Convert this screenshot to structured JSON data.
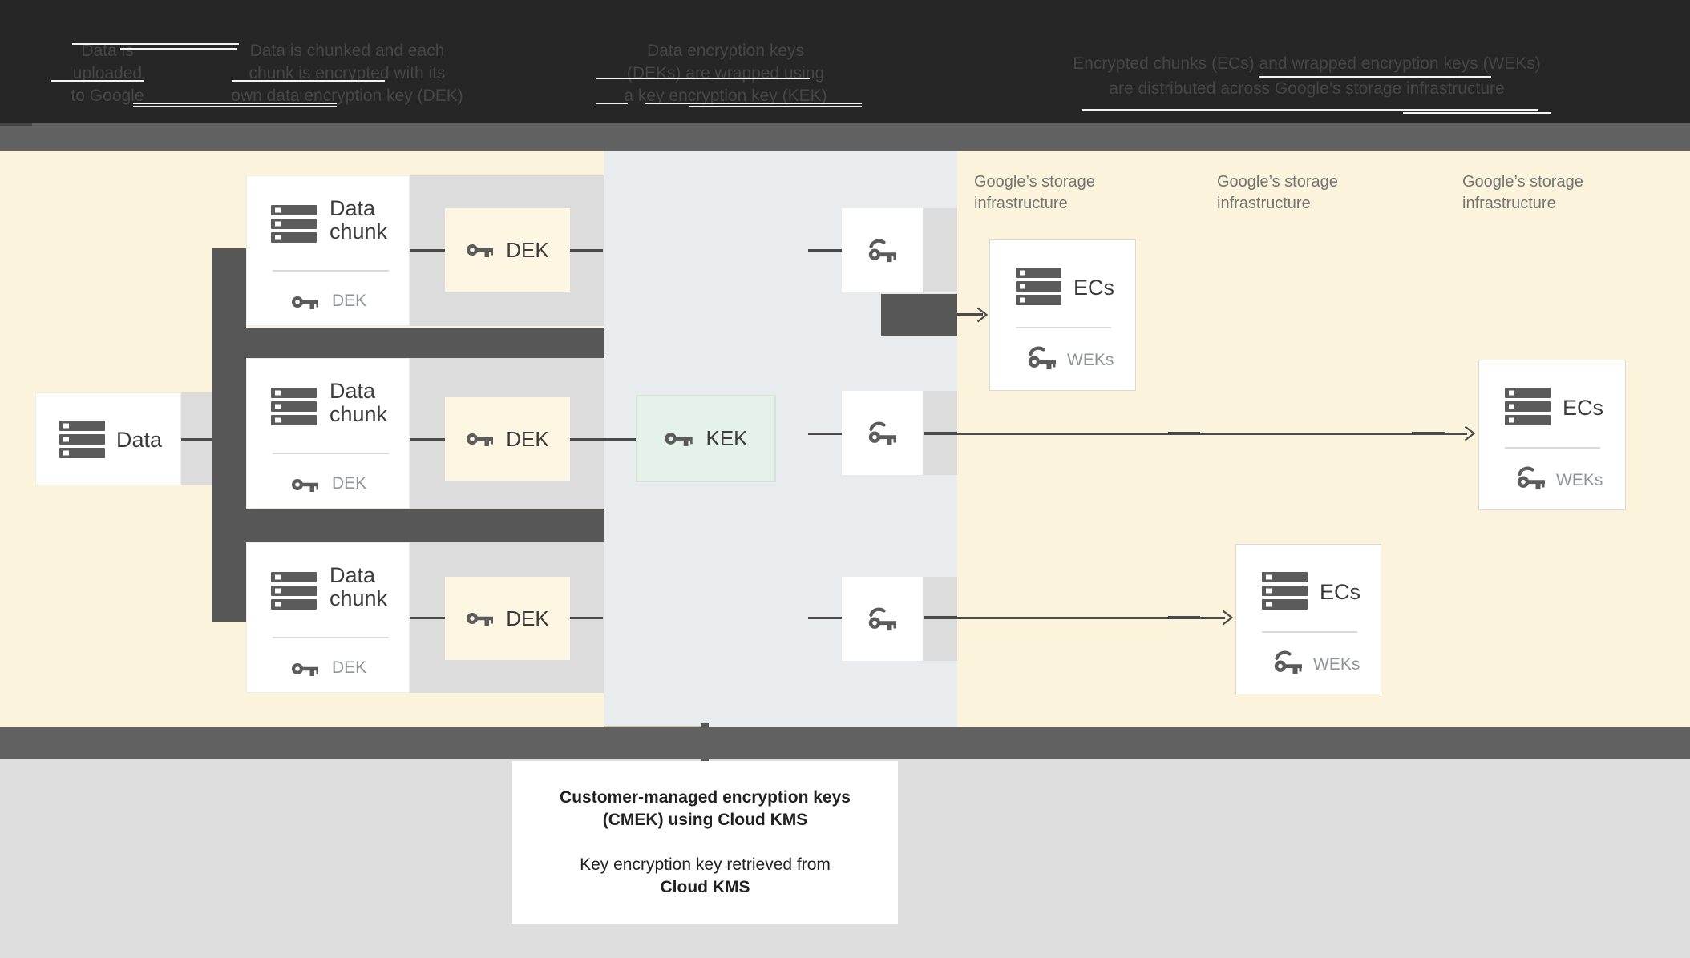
{
  "header": {
    "steps": [
      {
        "lines": [
          "Data is",
          "uploaded",
          "to Google"
        ]
      },
      {
        "lines": [
          "Data is chunked and each",
          "chunk is encrypted with its",
          "own data encryption key (DEK)"
        ]
      },
      {
        "lines": [
          "Data encryption keys",
          "(DEKs) are wrapped using",
          "a key encryption key (KEK)"
        ]
      },
      {
        "lines": [
          "Encrypted chunks (ECs) and wrapped encryption keys (WEKs)",
          "are distributed across Google’s storage infrastructure"
        ]
      }
    ]
  },
  "diagram": {
    "data_label": "Data",
    "chunk": {
      "line1": "Data",
      "line2": "chunk",
      "key_label": "DEK"
    },
    "dek_label": "DEK",
    "kek_label": "KEK",
    "ecs": {
      "label": "ECs",
      "key_label": "WEKs"
    },
    "storage_label": {
      "line1": "Google’s storage",
      "line2": "infrastructure"
    }
  },
  "caption": {
    "para1_line1": "Customer-managed encryption keys",
    "para1_line2": "(CMEK) using Cloud KMS",
    "para2_line1": "Key encryption key retrieved from",
    "para2_line2": "Cloud KMS"
  },
  "colors": {
    "header_bg": "#262626",
    "header_text": "#464646",
    "band": "#616161",
    "yellow": "#FBF3DB",
    "kms_bg": "#E9ECEE",
    "panel_gray": "#DCDCDC",
    "dark_bar": "#575757",
    "kek_bg": "#E4F2EA",
    "dek_bg": "#FDF6E3",
    "icon": "#5B5B5B",
    "muted": "#8F9499",
    "title": "#3C3C3C",
    "storage_text": "#757575",
    "line": "#4A4A4A",
    "bottom_bg": "#DEDEDE",
    "caption_text": "#212121"
  }
}
